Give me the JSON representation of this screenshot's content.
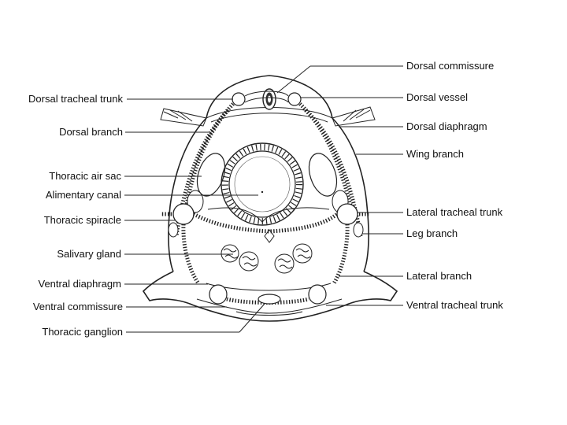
{
  "labels_left": [
    "Dorsal tracheal trunk",
    "Dorsal branch",
    "Thoracic air sac",
    "Alimentary canal",
    "Thoracic spiracle",
    "Salivary gland",
    "Ventral diaphragm",
    "Ventral commissure",
    "Thoracic ganglion"
  ],
  "labels_right": [
    "Dorsal commissure",
    "Dorsal vessel",
    "Dorsal diaphragm",
    "Wing branch",
    "Lateral tracheal trunk",
    "Leg branch",
    "Lateral branch",
    "Ventral tracheal trunk"
  ]
}
